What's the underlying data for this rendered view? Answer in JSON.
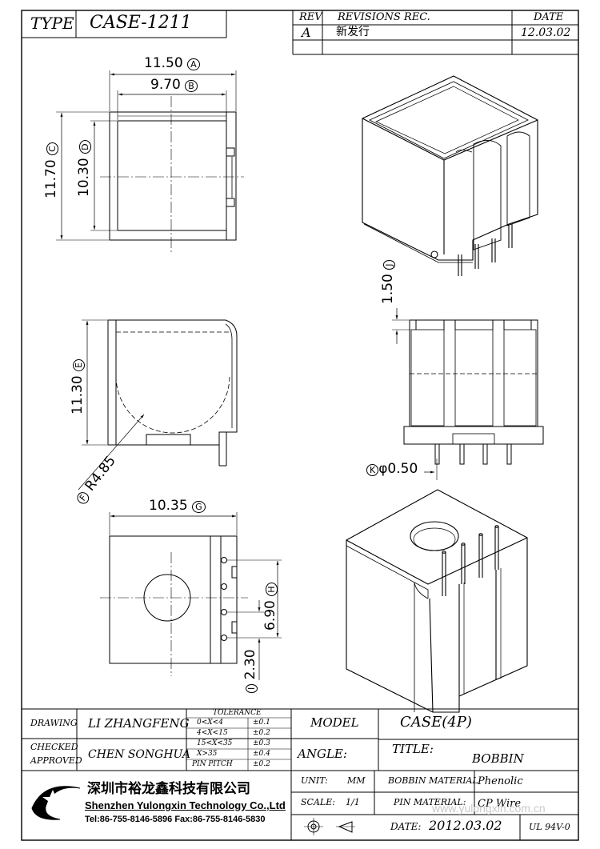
{
  "header": {
    "type_label": "TYPE",
    "type_value": "CASE-1211",
    "rev_label": "REV",
    "revisions_label": "REVISIONS REC.",
    "date_label": "DATE",
    "rev_value": "A",
    "revision_text": "新发行",
    "revision_date": "12.03.02"
  },
  "dimensions": {
    "a": "11.50",
    "a_mark": "A",
    "b": "9.70",
    "b_mark": "B",
    "c": "11.70",
    "c_mark": "C",
    "d": "10.30",
    "d_mark": "D",
    "e": "11.30",
    "e_mark": "E",
    "f": "R4.85",
    "f_mark": "F",
    "g": "10.35",
    "g_mark": "G",
    "h": "6.90",
    "h_mark": "H",
    "i": "2.30",
    "i_mark": "I",
    "j": "1.50",
    "j_mark": "J",
    "k": "φ0.50",
    "k_mark": "K"
  },
  "title_block": {
    "drawing_label": "DRAWING",
    "drawing_value": "LI ZHANGFENG",
    "checked_label": "CHECKED",
    "approved_label": "APPROVED",
    "checked_value": "CHEN SONGHUA",
    "tolerance_label": "TOLERANCE",
    "tolerances": [
      {
        "range": "0<X<4",
        "value": "±0.1"
      },
      {
        "range": "4<X<15",
        "value": "±0.2"
      },
      {
        "range": "15<X<35",
        "value": "±0.3"
      },
      {
        "range": "X>35",
        "value": "±0.4"
      },
      {
        "range": "PIN PITCH",
        "value": "±0.2"
      }
    ],
    "model_label": "MODEL",
    "model_value": "CASE(4P)",
    "angle_label": "ANGLE:",
    "title_label": "TITLE:",
    "title_value": "BOBBIN",
    "unit_label": "UNIT:",
    "unit_value": "MM",
    "scale_label": "SCALE:",
    "scale_value": "1/1",
    "bobbin_material_label": "BOBBIN MATERIAL",
    "bobbin_material_value": "Phenolic",
    "pin_material_label": "PIN MATERIAL:",
    "pin_material_value": "CP Wire",
    "date_label": "DATE:",
    "date_value": "2012.03.02",
    "rating": "UL 94V-0",
    "company_cn": "深圳市裕龙鑫科技有限公司",
    "company_en": "Shenzhen Yulongxin Technology Co.,Ltd",
    "company_contact": "Tel:86-755-8146-5896  Fax:86-755-8146-5830",
    "watermark": "www.yulongxin.com.cn"
  }
}
